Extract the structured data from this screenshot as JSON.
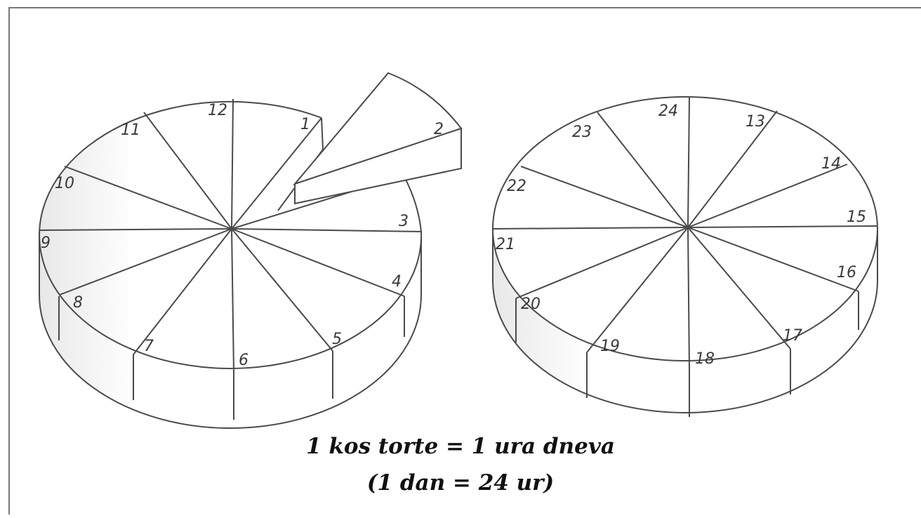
{
  "left_cake": {
    "labels": [
      "1",
      "2",
      "3",
      "4",
      "5",
      "6",
      "7",
      "8",
      "9",
      "10",
      "11",
      "12"
    ]
  },
  "right_cake": {
    "labels": [
      "13",
      "14",
      "15",
      "16",
      "17",
      "18",
      "19",
      "20",
      "21",
      "22",
      "23",
      "24"
    ]
  },
  "caption": {
    "line1": "1 kos torte = 1 ura dneva",
    "line2": "(1 dan = 24 ur)"
  },
  "colors": {
    "stroke": "#4a4a4a",
    "fill": "#ffffff",
    "frame": "#777777"
  }
}
